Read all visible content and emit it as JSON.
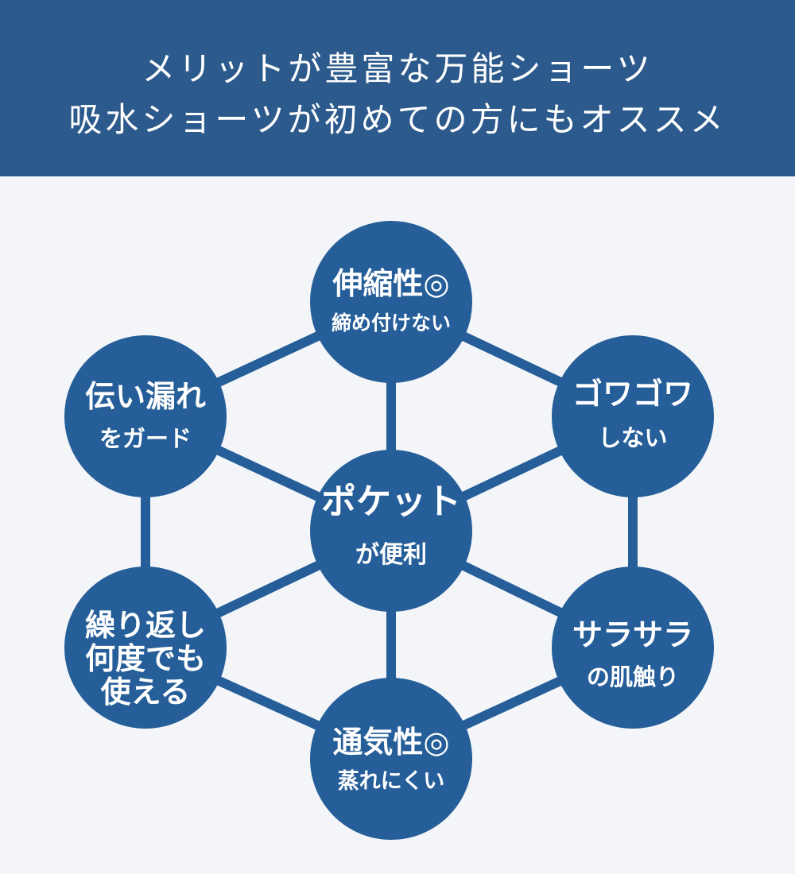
{
  "header": {
    "line1": "メリットが豊富な万能ショーツ",
    "line2": "吸水ショーツが初めての方にもオススメ"
  },
  "colors": {
    "header_bg": "#2c5a8c",
    "page_bg": "#f3f5f8",
    "node_fill": "#255e98",
    "connector": "#255e98",
    "text": "#ffffff"
  },
  "nodes": {
    "center": {
      "lines": [
        "ポケット",
        "が便利"
      ]
    },
    "top": {
      "lines": [
        "伸縮性◎",
        "締め付けない"
      ]
    },
    "upper_right": {
      "lines": [
        "ゴワゴワ",
        "しない"
      ]
    },
    "lower_right": {
      "lines": [
        "サラサラ",
        "の肌触り"
      ]
    },
    "bottom": {
      "lines": [
        "通気性◎",
        "蒸れにくい"
      ]
    },
    "lower_left": {
      "lines": [
        "繰り返し",
        "何度でも",
        "使える"
      ]
    },
    "upper_left": {
      "lines": [
        "伝い漏れ",
        "をガード"
      ]
    }
  }
}
